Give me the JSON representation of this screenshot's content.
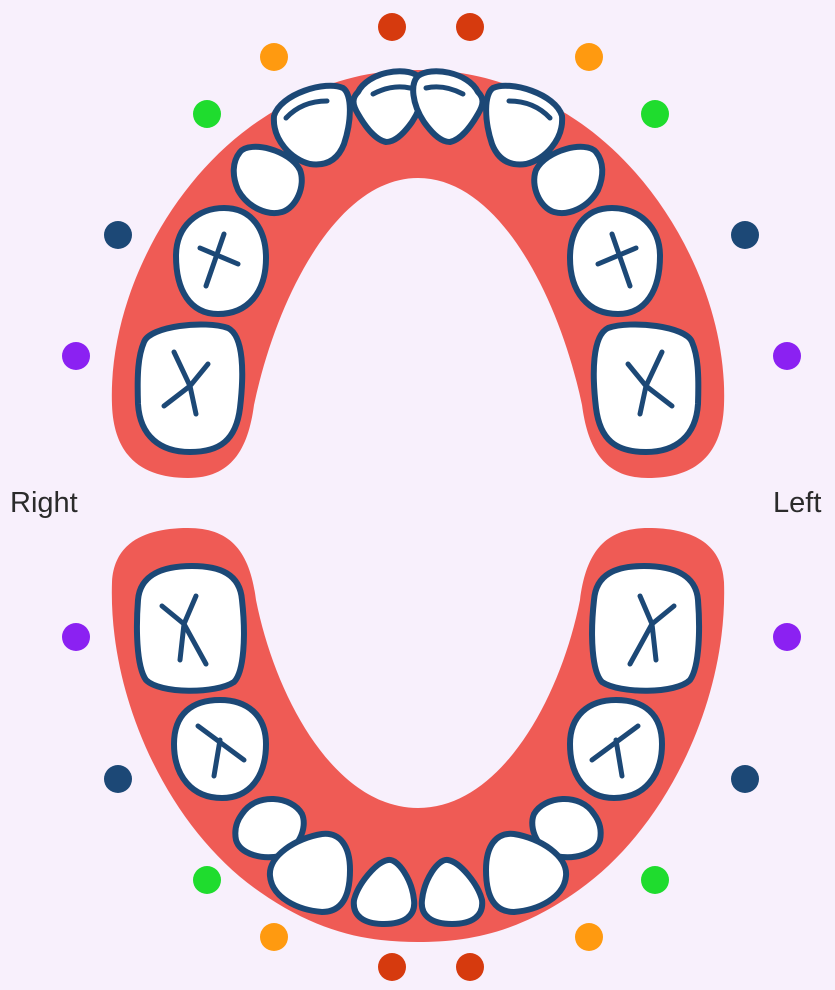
{
  "labels": {
    "right": "Right",
    "left": "Left"
  },
  "colors": {
    "background": "#f8f0fc",
    "gum": "#ef5b55",
    "tooth_fill": "#ffffff",
    "tooth_outline": "#1c4876",
    "central_incisor_dot": "#d63a0e",
    "lateral_incisor_dot": "#ff9a10",
    "canine_dot": "#1fdc2e",
    "first_molar_dot": "#1c4876",
    "second_molar_dot": "#8b21f2"
  },
  "dot_groups": [
    {
      "tooth": "central-incisor",
      "color": "#d63a0e"
    },
    {
      "tooth": "lateral-incisor",
      "color": "#ff9a10"
    },
    {
      "tooth": "canine",
      "color": "#1fdc2e"
    },
    {
      "tooth": "first-molar",
      "color": "#1c4876"
    },
    {
      "tooth": "second-molar",
      "color": "#8b21f2"
    }
  ]
}
